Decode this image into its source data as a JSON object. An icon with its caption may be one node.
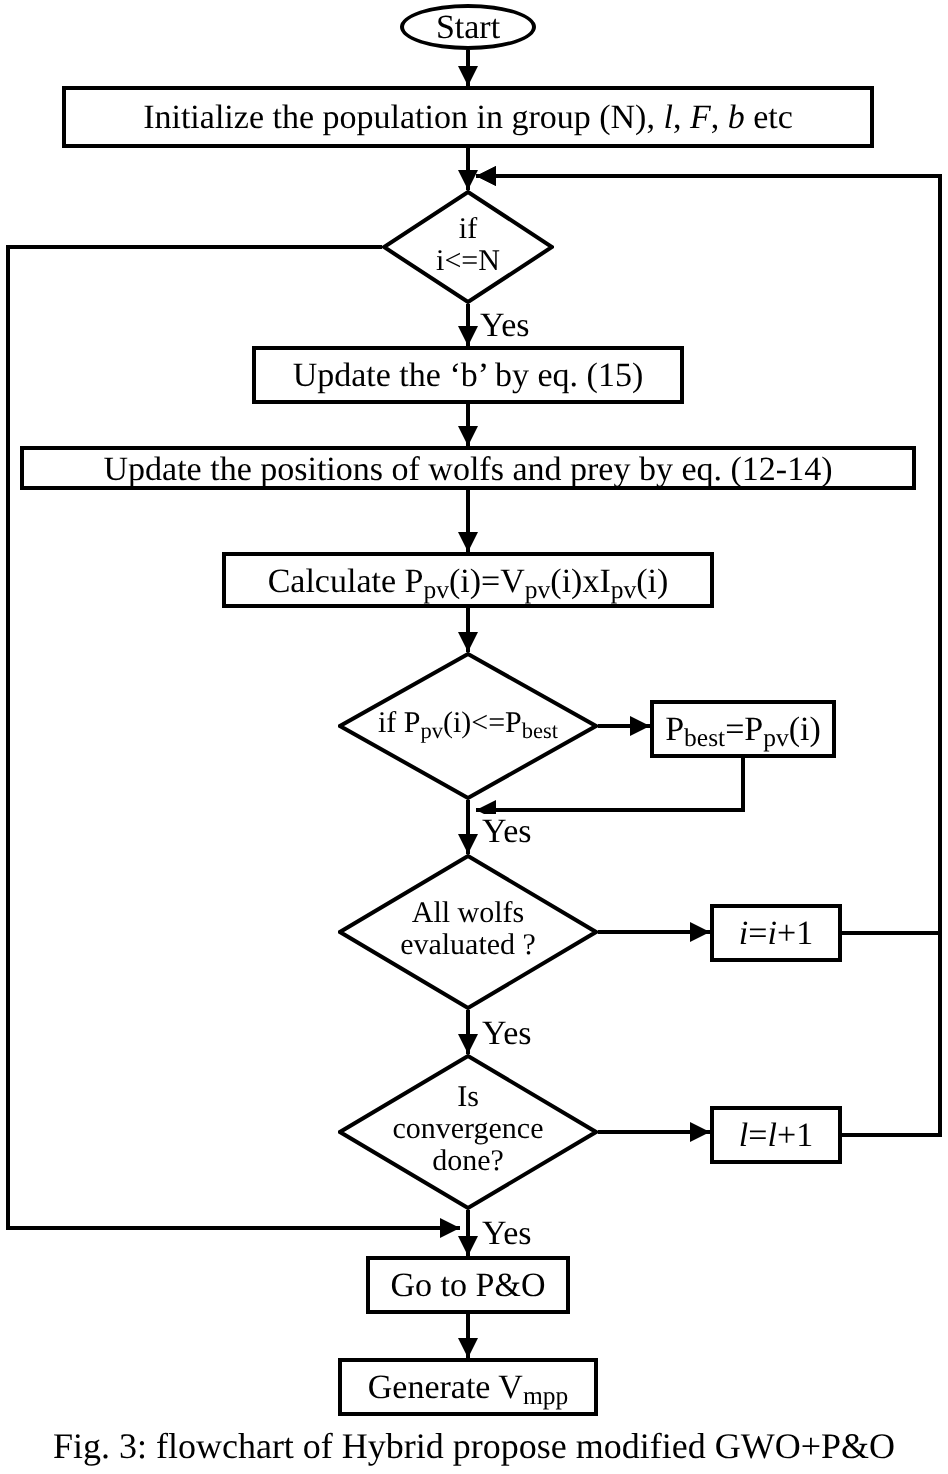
{
  "diagram": {
    "caption": "Fig. 3: flowchart of Hybrid propose modified GWO+P&O",
    "nodes": [
      {
        "text": [
          "Start"
        ]
      },
      {
        "text": [
          "Initialize the population in group (N), *l*, *F*, *b* etc"
        ]
      },
      {
        "text": [
          "if i<=N"
        ]
      },
      {
        "text": [
          "Update the ‘b’ by eq. (15)"
        ]
      },
      {
        "text": [
          "Update the positions of wolfs and prey by eq. (12-14)"
        ]
      },
      {
        "text": [
          "Calculate P$_{pv}$(i)=V$_{pv}$(i)xI$_{pv}$(i)"
        ]
      },
      {
        "text": [
          "if P$_{pv}$(i)<=P$_{best}$"
        ]
      },
      {
        "text": [
          "P$_{best}$=P$_{pv}$(i)"
        ]
      },
      {
        "text": [
          "All wolfs evaluated ?"
        ]
      },
      {
        "text": [
          "*i*=*i*+1"
        ]
      },
      {
        "text": [
          "Is convergence done?"
        ]
      },
      {
        "text": [
          "*l*=*l*+1"
        ]
      },
      {
        "text": [
          "Go to P&O"
        ]
      },
      {
        "text": [
          "Generate V$_{mpp}$"
        ]
      }
    ],
    "edges": [
      {
        "from": 0,
        "to": 1,
        "arrow": "to"
      },
      {
        "from": 1,
        "to": 2,
        "arrow": "to"
      },
      {
        "from": 2,
        "to": 3,
        "arrow": "to",
        "label": "Yes"
      },
      {
        "from": 3,
        "to": 4,
        "arrow": "to"
      },
      {
        "from": 4,
        "to": 5,
        "arrow": "to"
      },
      {
        "from": 5,
        "to": 6,
        "arrow": "to"
      },
      {
        "from": 6,
        "to": 7,
        "arrow": "to"
      },
      {
        "from": 7,
        "to": 8,
        "arrow": "to"
      },
      {
        "from": 6,
        "to": 8,
        "arrow": "to",
        "label": "Yes"
      },
      {
        "from": 8,
        "to": 9,
        "arrow": "to"
      },
      {
        "from": 9,
        "to": 2,
        "arrow": "to"
      },
      {
        "from": 8,
        "to": 10,
        "arrow": "to",
        "label": "Yes"
      },
      {
        "from": 10,
        "to": 11,
        "arrow": "to"
      },
      {
        "from": 11,
        "to": 2,
        "arrow": "to"
      },
      {
        "from": 2,
        "to": 12,
        "arrow": "to"
      },
      {
        "from": 10,
        "to": 12,
        "arrow": "to",
        "label": "Yes"
      },
      {
        "from": 12,
        "to": 13,
        "arrow": "to"
      }
    ]
  }
}
